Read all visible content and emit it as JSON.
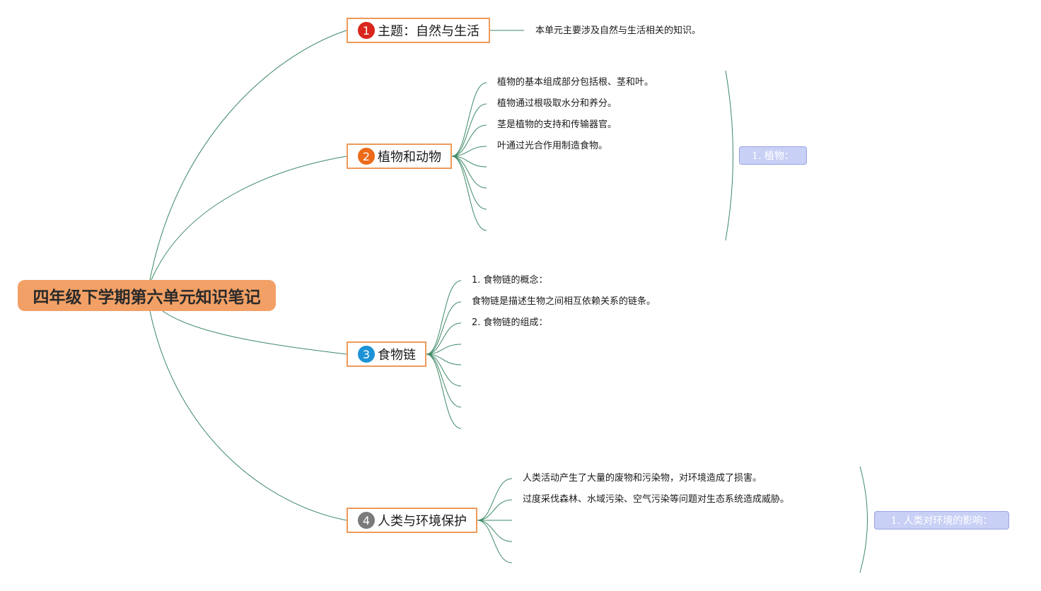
{
  "root": {
    "title": "四年级下学期第六单元知识笔记"
  },
  "colors": {
    "line": "#3e8a66",
    "root_fill": "#f2a066",
    "topic_border": "#ee9a5b",
    "badge_1": "#d9261c",
    "badge_2": "#ec6a1a",
    "badge_3": "#1d93d6",
    "badge_4": "#7a7a7a",
    "tag_fill": "#c9d0f5"
  },
  "topics": [
    {
      "num": "1",
      "title": "主题：自然与生活",
      "notes": [
        "本单元主要涉及自然与生活相关的知识。"
      ]
    },
    {
      "num": "2",
      "title": "植物和动物",
      "notes": [
        "植物的基本组成部分包括根、茎和叶。",
        "植物通过根吸取水分和养分。",
        "茎是植物的支持和传输器官。",
        "叶通过光合作用制造食物。"
      ],
      "summary": "1. 植物："
    },
    {
      "num": "3",
      "title": "食物链",
      "notes": [
        "1. 食物链的概念：",
        "食物链是描述生物之间相互依赖关系的链条。",
        "2. 食物链的组成："
      ]
    },
    {
      "num": "4",
      "title": "人类与环境保护",
      "notes": [
        "人类活动产生了大量的废物和污染物，对环境造成了损害。",
        "过度采伐森林、水域污染、空气污染等问题对生态系统造成威胁。"
      ],
      "summary": "1. 人类对环境的影响："
    }
  ]
}
